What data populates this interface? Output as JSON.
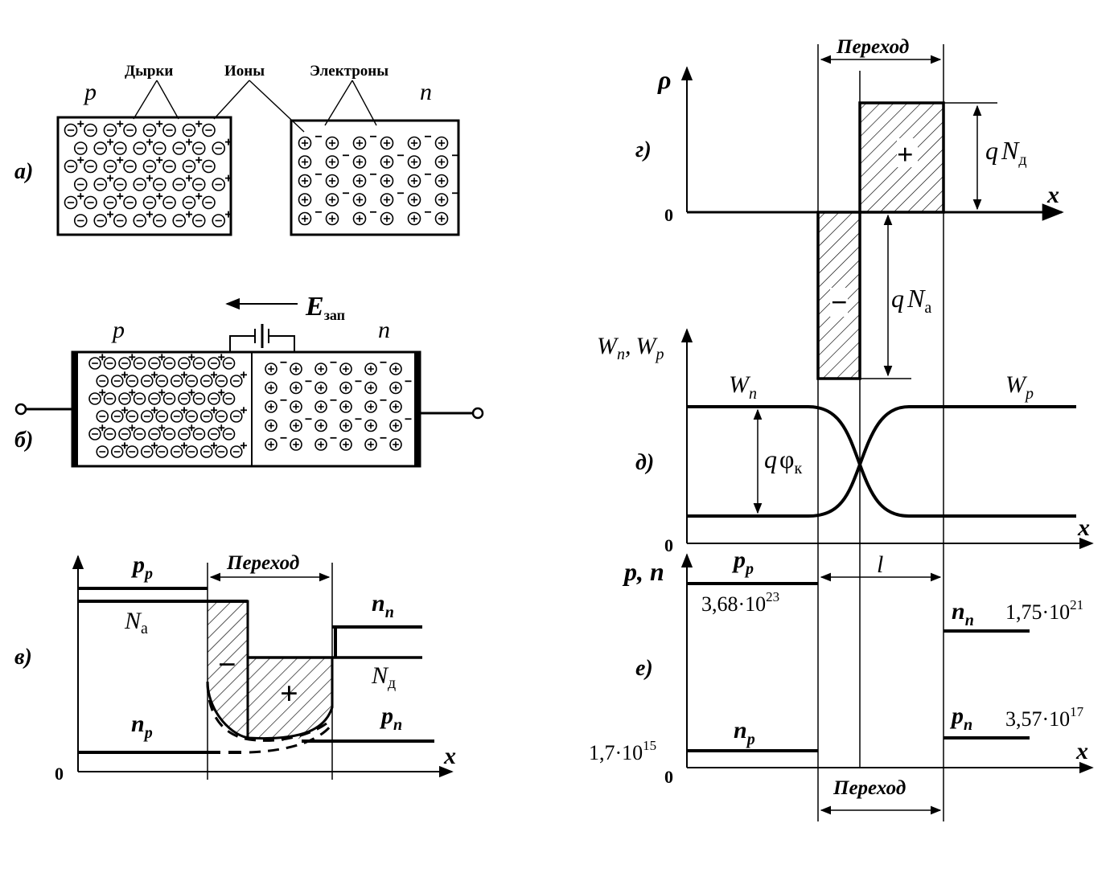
{
  "panel_a": {
    "tag": "а)",
    "p_label": "p",
    "n_label": "n",
    "holes_label": "Дырки",
    "ions_label": "Ионы",
    "electrons_label": "Электроны"
  },
  "panel_b": {
    "tag": "б)",
    "p_label": "p",
    "n_label": "n",
    "field_main": "E",
    "field_sub": "зап"
  },
  "panel_v": {
    "tag": "в)",
    "origin": "0",
    "x_axis": "x",
    "pp_main": "p",
    "pp_sub": "p",
    "na_main": "N",
    "na_sub": "а",
    "np_main": "n",
    "np_sub": "p",
    "nn_main": "n",
    "nn_sub": "n",
    "nd_main": "N",
    "nd_sub": "д",
    "pn_main": "p",
    "pn_sub": "n",
    "transition": "Переход",
    "minus": "−",
    "plus": "+"
  },
  "panel_g": {
    "tag": "г)",
    "y_axis": "ρ",
    "x_axis": "x",
    "origin": "0",
    "transition": "Переход",
    "qnd_q": "q",
    "qnd_main": "N",
    "qnd_sub": "д",
    "qna_q": "q",
    "qna_main": "N",
    "qna_sub": "а",
    "plus": "+",
    "minus": "−"
  },
  "panel_d": {
    "tag": "д)",
    "y_axis_1": "W",
    "y_axis_1_sub": "n",
    "y_axis_sep": ",",
    "y_axis_2": "W",
    "y_axis_2_sub": "p",
    "wn_main": "W",
    "wn_sub": "n",
    "wp_main": "W",
    "wp_sub": "p",
    "phi_q": "q",
    "phi_main": "φ",
    "phi_sub": "к",
    "origin": "0",
    "x_axis": "x"
  },
  "panel_e": {
    "tag": "е)",
    "y_axis": "p, n",
    "origin": "0",
    "x_axis": "x",
    "length": "l",
    "pp_main": "p",
    "pp_sub": "p",
    "pp_val_mant": "3,68·10",
    "pp_val_exp": "23",
    "np_main": "n",
    "np_sub": "p",
    "np_val_mant": "1,7·10",
    "np_val_exp": "15",
    "nn_main": "n",
    "nn_sub": "n",
    "nn_val_mant": "1,75·10",
    "nn_val_exp": "21",
    "pn_main": "p",
    "pn_sub": "n",
    "pn_val_mant": "3,57·10",
    "pn_val_exp": "17",
    "transition": "Переход"
  }
}
